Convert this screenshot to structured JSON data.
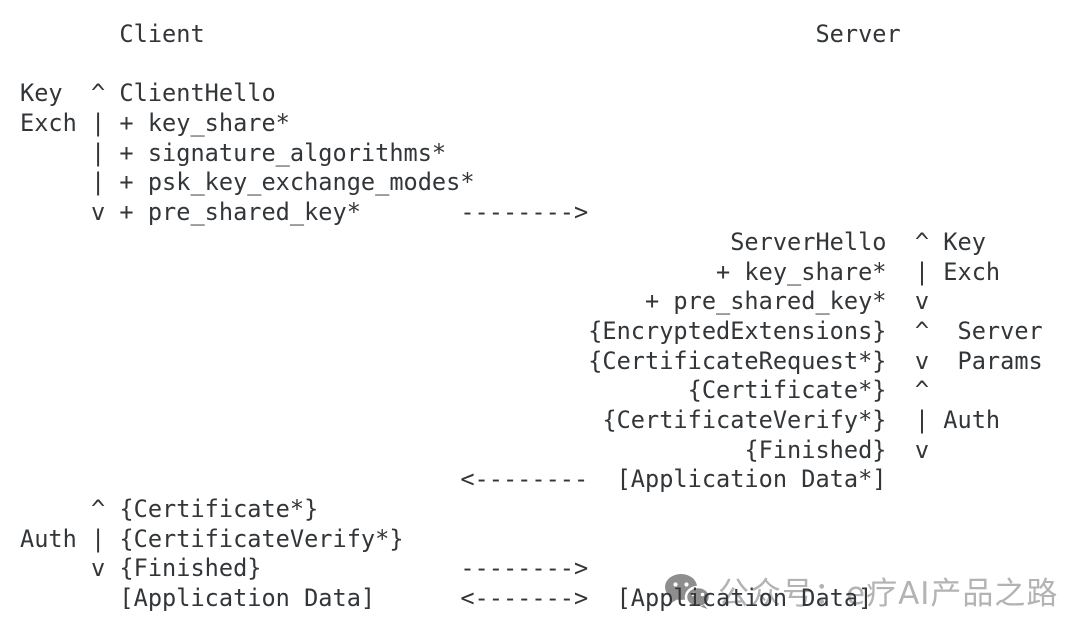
{
  "diagram": {
    "actors": {
      "client": "Client",
      "server": "Server"
    },
    "lines": [
      "       Client                                           Server",
      "",
      "Key  ^ ClientHello",
      "Exch | + key_share*",
      "     | + signature_algorithms*",
      "     | + psk_key_exchange_modes*",
      "     v + pre_shared_key*       -------->",
      "                                                  ServerHello  ^ Key",
      "                                                 + key_share*  | Exch",
      "                                            + pre_shared_key*  v",
      "                                        {EncryptedExtensions}  ^  Server",
      "                                        {CertificateRequest*}  v  Params",
      "                                               {Certificate*}  ^",
      "                                         {CertificateVerify*}  | Auth",
      "                                                   {Finished}  v",
      "                               <--------  [Application Data*]",
      "     ^ {Certificate*}",
      "Auth | {CertificateVerify*}",
      "     v {Finished}              -------->",
      "       [Application Data]      <------->  [Application Data]"
    ]
  },
  "watermark": {
    "icon": "wechat-icon",
    "text": "公众号：e疗AI产品之路"
  },
  "colors": {
    "background": "#ffffff",
    "text": "#333639",
    "watermark_text": "#b3b3b3",
    "watermark_icon": "#8e8e8e"
  }
}
